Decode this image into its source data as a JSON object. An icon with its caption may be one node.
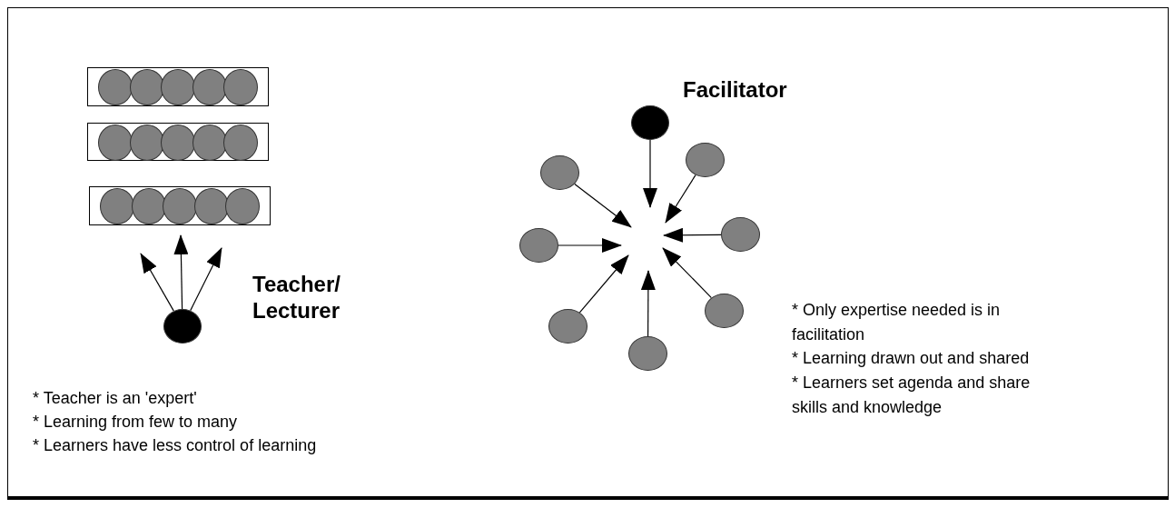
{
  "diagram": {
    "nodes": [
      {
        "text": [],
        "shape": "box"
      },
      {
        "text": [],
        "shape": "circle",
        "in": 0
      },
      {
        "text": [],
        "shape": "circle",
        "in": 0
      },
      {
        "text": [],
        "shape": "circle",
        "in": 0
      },
      {
        "text": [],
        "shape": "circle",
        "in": 0
      },
      {
        "text": [],
        "shape": "circle",
        "in": 0
      },
      {
        "text": [],
        "shape": "box"
      },
      {
        "text": [],
        "shape": "circle",
        "in": 6
      },
      {
        "text": [],
        "shape": "circle",
        "in": 6
      },
      {
        "text": [],
        "shape": "circle",
        "in": 6
      },
      {
        "text": [],
        "shape": "circle",
        "in": 6
      },
      {
        "text": [],
        "shape": "circle",
        "in": 6
      },
      {
        "text": [],
        "shape": "box"
      },
      {
        "text": [],
        "shape": "circle",
        "in": 12
      },
      {
        "text": [],
        "shape": "circle",
        "in": 12
      },
      {
        "text": [],
        "shape": "circle",
        "in": 12
      },
      {
        "text": [],
        "shape": "circle",
        "in": 12
      },
      {
        "text": [],
        "shape": "circle",
        "in": 12
      },
      {
        "text": [],
        "shape": "circle",
        "beside": [
          "Teacher/ Lecturer"
        ]
      },
      {
        "text": [],
        "shape": "circle",
        "beside": [
          "Facilitator"
        ]
      },
      {
        "text": [],
        "shape": "circle"
      },
      {
        "text": [],
        "shape": "circle"
      },
      {
        "text": [],
        "shape": "circle"
      },
      {
        "text": [],
        "shape": "circle"
      },
      {
        "text": [],
        "shape": "circle"
      },
      {
        "text": [],
        "shape": "circle"
      },
      {
        "text": [],
        "shape": "circle"
      }
    ],
    "edges": [
      {
        "from": 18,
        "to": 12,
        "arrow": "to"
      },
      {
        "from": 18,
        "to": 12,
        "arrow": "to"
      },
      {
        "from": 18,
        "to": 12,
        "arrow": "to"
      },
      {
        "from": 19,
        "to": null,
        "arrow": "to"
      },
      {
        "from": 20,
        "to": null,
        "arrow": "to"
      },
      {
        "from": 21,
        "to": null,
        "arrow": "to"
      },
      {
        "from": 22,
        "to": null,
        "arrow": "to"
      },
      {
        "from": 23,
        "to": null,
        "arrow": "to"
      },
      {
        "from": 24,
        "to": null,
        "arrow": "to"
      },
      {
        "from": 25,
        "to": null,
        "arrow": "to"
      },
      {
        "from": 26,
        "to": null,
        "arrow": "to"
      }
    ],
    "labels": [
      "* Only expertise needed is in facilitation",
      "* Learning drawn out and shared",
      "* Learners set agenda and share skills and knowledge",
      "* Teacher is an 'expert'",
      "* Learning from few to many",
      "* Learners have less control of learning"
    ]
  }
}
